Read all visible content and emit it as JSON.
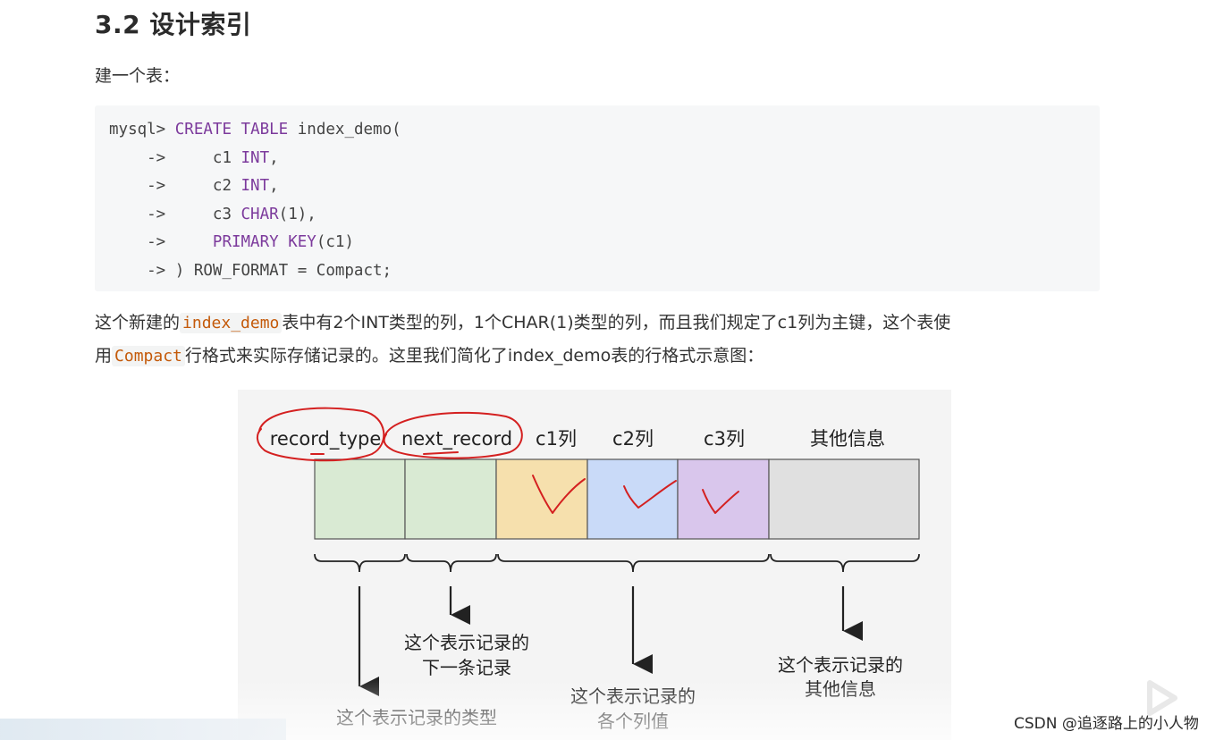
{
  "heading": "3.2 设计索引",
  "intro": "建一个表：",
  "code": {
    "prompt": "mysql> ",
    "line1": {
      "kw1": "CREATE",
      "kw2": "TABLE",
      "rest": "index_demo("
    },
    "line2": {
      "arrow": "    ->     ",
      "col": "c1 ",
      "type": "INT",
      "tail": ","
    },
    "line3": {
      "arrow": "    ->     ",
      "col": "c2 ",
      "type": "INT",
      "tail": ","
    },
    "line4": {
      "arrow": "    ->     ",
      "col": "c3 ",
      "type": "CHAR",
      "tail": "(1),"
    },
    "line5": {
      "arrow": "    ->     ",
      "kw1": "PRIMARY",
      "kw2": "KEY",
      "tail": "(c1)"
    },
    "line6": {
      "text": "    -> ) ROW_FORMAT = Compact;"
    }
  },
  "para": {
    "p1_a": "这个新建的",
    "p1_code": "index_demo",
    "p1_b": "表中有2个INT类型的列，1个CHAR(1)类型的列，而且我们规定了c1列为主键，这个表使",
    "p2_a": "用",
    "p2_code": "Compact",
    "p2_b": "行格式来实际存储记录的。这里我们简化了index_demo表的行格式示意图："
  },
  "figure": {
    "headers": [
      "record_type",
      "next_record",
      "c1列",
      "c2列",
      "c3列",
      "其他信息"
    ],
    "cell_colors": [
      "#d9ead3",
      "#d9ead3",
      "#f6e0ad",
      "#c9daf8",
      "#d9c6ec",
      "#e0e0e0"
    ],
    "annotations": {
      "type_l1": "这个表示记录的类型",
      "next_l1": "这个表示记录的",
      "next_l2": "下一条记录",
      "cols_l1": "这个表示记录的",
      "cols_l2": "各个列值",
      "other_l1": "这个表示记录的",
      "other_l2": "其他信息"
    },
    "ink_color": "#d42020"
  },
  "watermark": "CSDN @追逐路上的小人物"
}
